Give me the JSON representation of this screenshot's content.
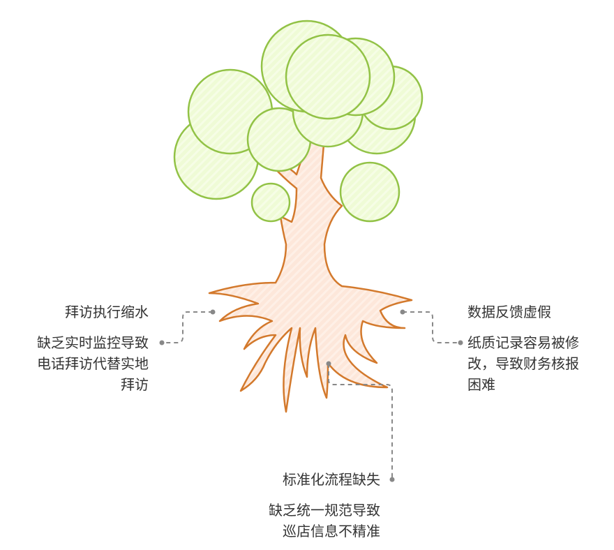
{
  "colors": {
    "canopy_fill": "#effbd6",
    "canopy_stroke": "#92c246",
    "trunk_fill": "#fde7da",
    "trunk_stroke": "#d3792c",
    "connector": "#888888"
  },
  "left": {
    "title": "拜访执行缩水",
    "desc": [
      "缺乏实时监控导致",
      "电话拜访代替实地",
      "拜访"
    ]
  },
  "right": {
    "title": "数据反馈虚假",
    "desc": [
      "纸质记录容易被修",
      "改，导致财务核报",
      "困难"
    ]
  },
  "bottom": {
    "title": "标准化流程缺失",
    "desc": [
      "缺乏统一规范导致",
      "巡店信息不精准"
    ]
  }
}
